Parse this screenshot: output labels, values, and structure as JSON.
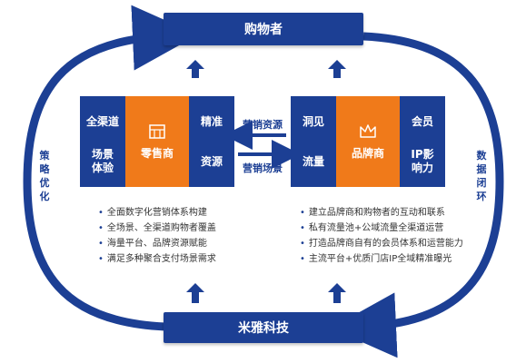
{
  "top_banner": {
    "label": "购物者"
  },
  "bottom_banner": {
    "label": "米雅科技"
  },
  "left_side": {
    "label": "策略优化"
  },
  "right_side": {
    "label": "数据闭环"
  },
  "retailer": {
    "left_top": "全渠道",
    "left_bottom": "场景体验",
    "center_label": "零售商",
    "center_icon": "store-icon",
    "right_top": "精准",
    "right_bottom": "资源"
  },
  "brand": {
    "left_top": "洞见",
    "left_bottom": "流量",
    "center_label": "品牌商",
    "center_icon": "crown-icon",
    "right_top": "会员",
    "right_bottom": "IP影响力"
  },
  "connector": {
    "top_label": "营销资源",
    "bottom_label": "营销场景"
  },
  "left_bullets": [
    "全面数字化营销体系构建",
    "全场景、全渠道购物者覆盖",
    "海量平台、品牌资源赋能",
    "满足多种聚合支付场景需求"
  ],
  "right_bullets": [
    "建立品牌商和购物者的互动和联系",
    "私有流量池+公域流量全渠道运营",
    "打造品牌商自有的会员体系和运营能力",
    "主流平台+优质门店IP全域精准曝光"
  ],
  "colors": {
    "primary": "#1c3f94",
    "accent": "#f07a1a"
  }
}
